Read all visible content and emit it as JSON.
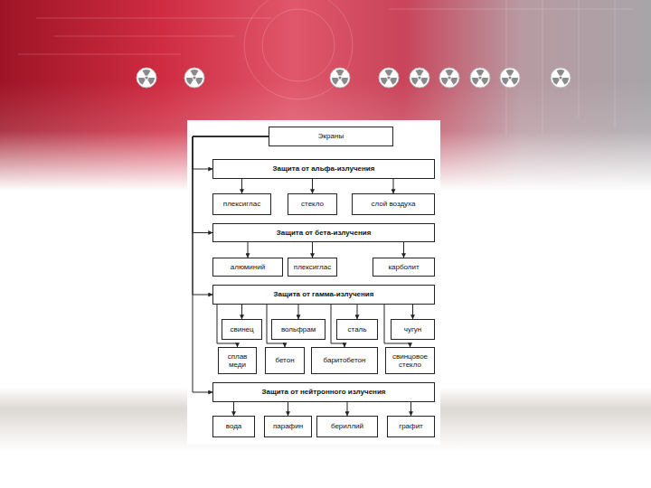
{
  "diagram": {
    "nodes": [
      {
        "text": [
          "Экраны"
        ]
      },
      {
        "text": [
          "Защита от альфа-излучения"
        ]
      },
      {
        "text": [
          "плексиглас"
        ]
      },
      {
        "text": [
          "стекло"
        ]
      },
      {
        "text": [
          "слой воздуха"
        ]
      },
      {
        "text": [
          "Защита от бета-излучения"
        ]
      },
      {
        "text": [
          "алюминий"
        ]
      },
      {
        "text": [
          "плексиглас"
        ]
      },
      {
        "text": [
          "карболит"
        ]
      },
      {
        "text": [
          "Защита от гамма-излучения"
        ]
      },
      {
        "text": [
          "свинец"
        ]
      },
      {
        "text": [
          "вольфрам"
        ]
      },
      {
        "text": [
          "сталь"
        ]
      },
      {
        "text": [
          "чугун"
        ]
      },
      {
        "text": [
          "сплав меди"
        ]
      },
      {
        "text": [
          "бетон"
        ]
      },
      {
        "text": [
          "баритобетон"
        ]
      },
      {
        "text": [
          "свинцовое стекло"
        ]
      },
      {
        "text": [
          "Защита от нейтронного излучения"
        ]
      },
      {
        "text": [
          "вода"
        ]
      },
      {
        "text": [
          "парафин"
        ]
      },
      {
        "text": [
          "бериллий"
        ]
      },
      {
        "text": [
          "графит"
        ]
      }
    ],
    "edges": [
      {
        "from": 0,
        "to": 1,
        "arrow": "to"
      },
      {
        "from": 0,
        "to": 5,
        "arrow": "to"
      },
      {
        "from": 0,
        "to": 9,
        "arrow": "to"
      },
      {
        "from": 0,
        "to": 18,
        "arrow": "to"
      },
      {
        "from": 1,
        "to": 2,
        "arrow": "to"
      },
      {
        "from": 1,
        "to": 3,
        "arrow": "to"
      },
      {
        "from": 1,
        "to": 4,
        "arrow": "to"
      },
      {
        "from": 5,
        "to": 6,
        "arrow": "to"
      },
      {
        "from": 5,
        "to": 7,
        "arrow": "to"
      },
      {
        "from": 5,
        "to": 8,
        "arrow": "to"
      },
      {
        "from": 9,
        "to": 10,
        "arrow": "to"
      },
      {
        "from": 9,
        "to": 11,
        "arrow": "to"
      },
      {
        "from": 9,
        "to": 12,
        "arrow": "to"
      },
      {
        "from": 9,
        "to": 13,
        "arrow": "to"
      },
      {
        "from": 9,
        "to": 14,
        "arrow": "to"
      },
      {
        "from": 9,
        "to": 15,
        "arrow": "to"
      },
      {
        "from": 9,
        "to": 16,
        "arrow": "to"
      },
      {
        "from": 9,
        "to": 17,
        "arrow": "to"
      },
      {
        "from": 18,
        "to": 19,
        "arrow": "to"
      },
      {
        "from": 18,
        "to": 20,
        "arrow": "to"
      },
      {
        "from": 18,
        "to": 21,
        "arrow": "to"
      },
      {
        "from": 18,
        "to": 22,
        "arrow": "to"
      }
    ]
  }
}
